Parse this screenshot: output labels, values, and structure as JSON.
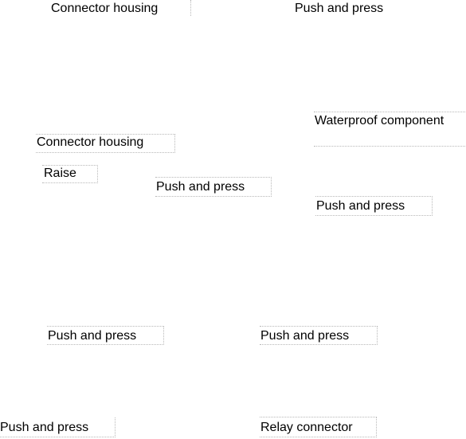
{
  "labels": {
    "top_left": "Connector housing",
    "top_right": "Push and press",
    "waterproof": "Waterproof component",
    "mid_left_housing": "Connector housing",
    "raise": "Raise",
    "mid_center_push": "Push and press",
    "mid_right_push": "Push and press",
    "lower_left_push": "Push and press",
    "lower_right_push": "Push and press",
    "bottom_left_push": "Push and press",
    "relay": "Relay connector"
  }
}
